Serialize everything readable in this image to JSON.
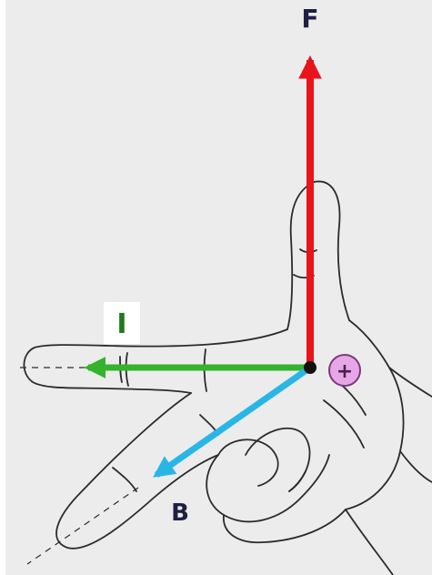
{
  "labels": {
    "force": "F",
    "current": "I",
    "field": "B",
    "charge_sign": "+"
  },
  "colors": {
    "background": "#ececec",
    "outline": "#2b2b2b",
    "force_arrow": "#e8141b",
    "current_arrow": "#35b22e",
    "field_arrow": "#29b6e6",
    "charge_fill": "#e7a6e6",
    "charge_stroke": "#7a3a7a",
    "label_dark": "#1f1f44",
    "label_current": "#1d7a1d"
  },
  "icons": {
    "hand": "left-hand-rule-hand",
    "charge": "positive-charge-icon",
    "origin": "origin-dot"
  }
}
